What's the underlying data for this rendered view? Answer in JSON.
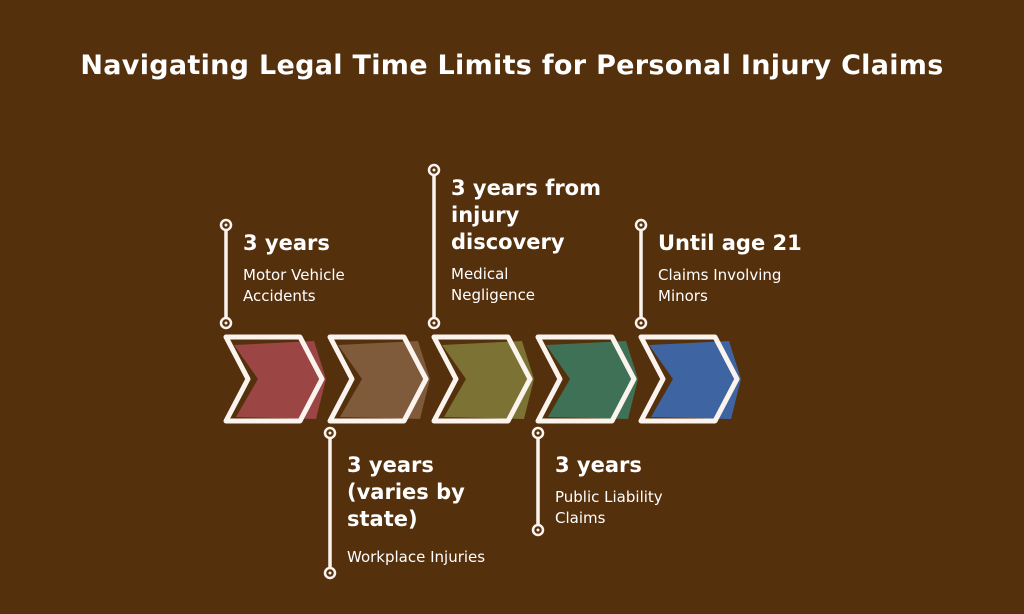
{
  "title": "Navigating Legal Time Limits for Personal Injury Claims",
  "steps": [
    {
      "value": "3 years",
      "category": "Motor Vehicle Accidents",
      "color": "#9b4545",
      "position": "top"
    },
    {
      "value": "3 years (varies by state)",
      "category": "Workplace Injuries",
      "color": "#7f5a3b",
      "position": "bottom"
    },
    {
      "value": "3 years from injury discovery",
      "category": "Medical Negligence",
      "color": "#7b7234",
      "position": "top"
    },
    {
      "value": "3 years",
      "category": "Public Liability Claims",
      "color": "#3f7156",
      "position": "bottom"
    },
    {
      "value": "Until age 21",
      "category": "Claims Involving Minors",
      "color": "#3f64a2",
      "position": "top"
    }
  ]
}
